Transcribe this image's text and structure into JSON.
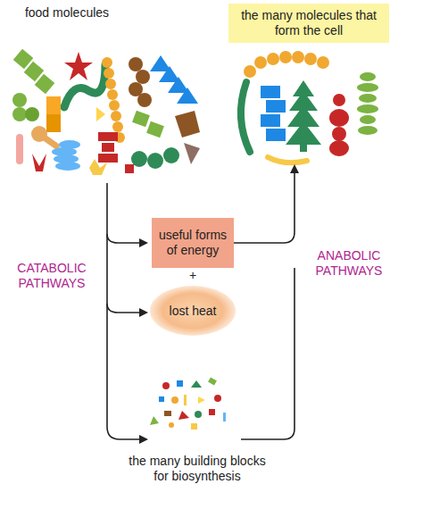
{
  "diagram": {
    "nodes": [
      {
        "text": [
          "the many molecules that form the cell"
        ]
      },
      {
        "text": [
          "useful forms of energy"
        ]
      },
      {
        "text": [
          "lost heat"
        ]
      }
    ],
    "edges": [
      {
        "from": 1,
        "to": 0,
        "arrow": "to"
      }
    ],
    "labels": [
      "food molecules",
      "CATABOLIC PATHWAYS",
      "+",
      "ANABOLIC PATHWAYS",
      "the many building blocks for biosynthesis"
    ]
  }
}
